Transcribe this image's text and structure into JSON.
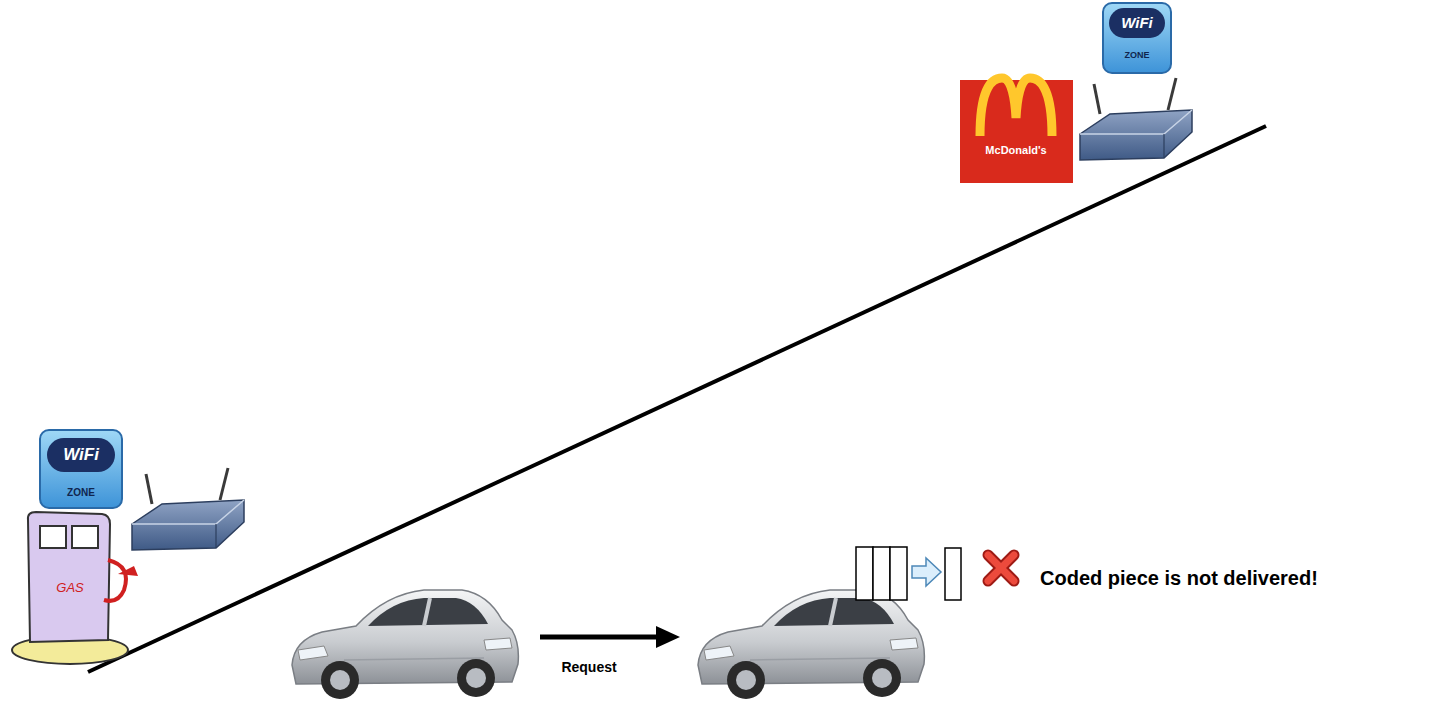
{
  "diagram": {
    "labels": [
      "WiFi",
      "ZONE",
      "GAS",
      "McDonald's",
      "WiFi",
      "ZONE",
      "Request",
      "Coded piece is not delivered!"
    ]
  }
}
